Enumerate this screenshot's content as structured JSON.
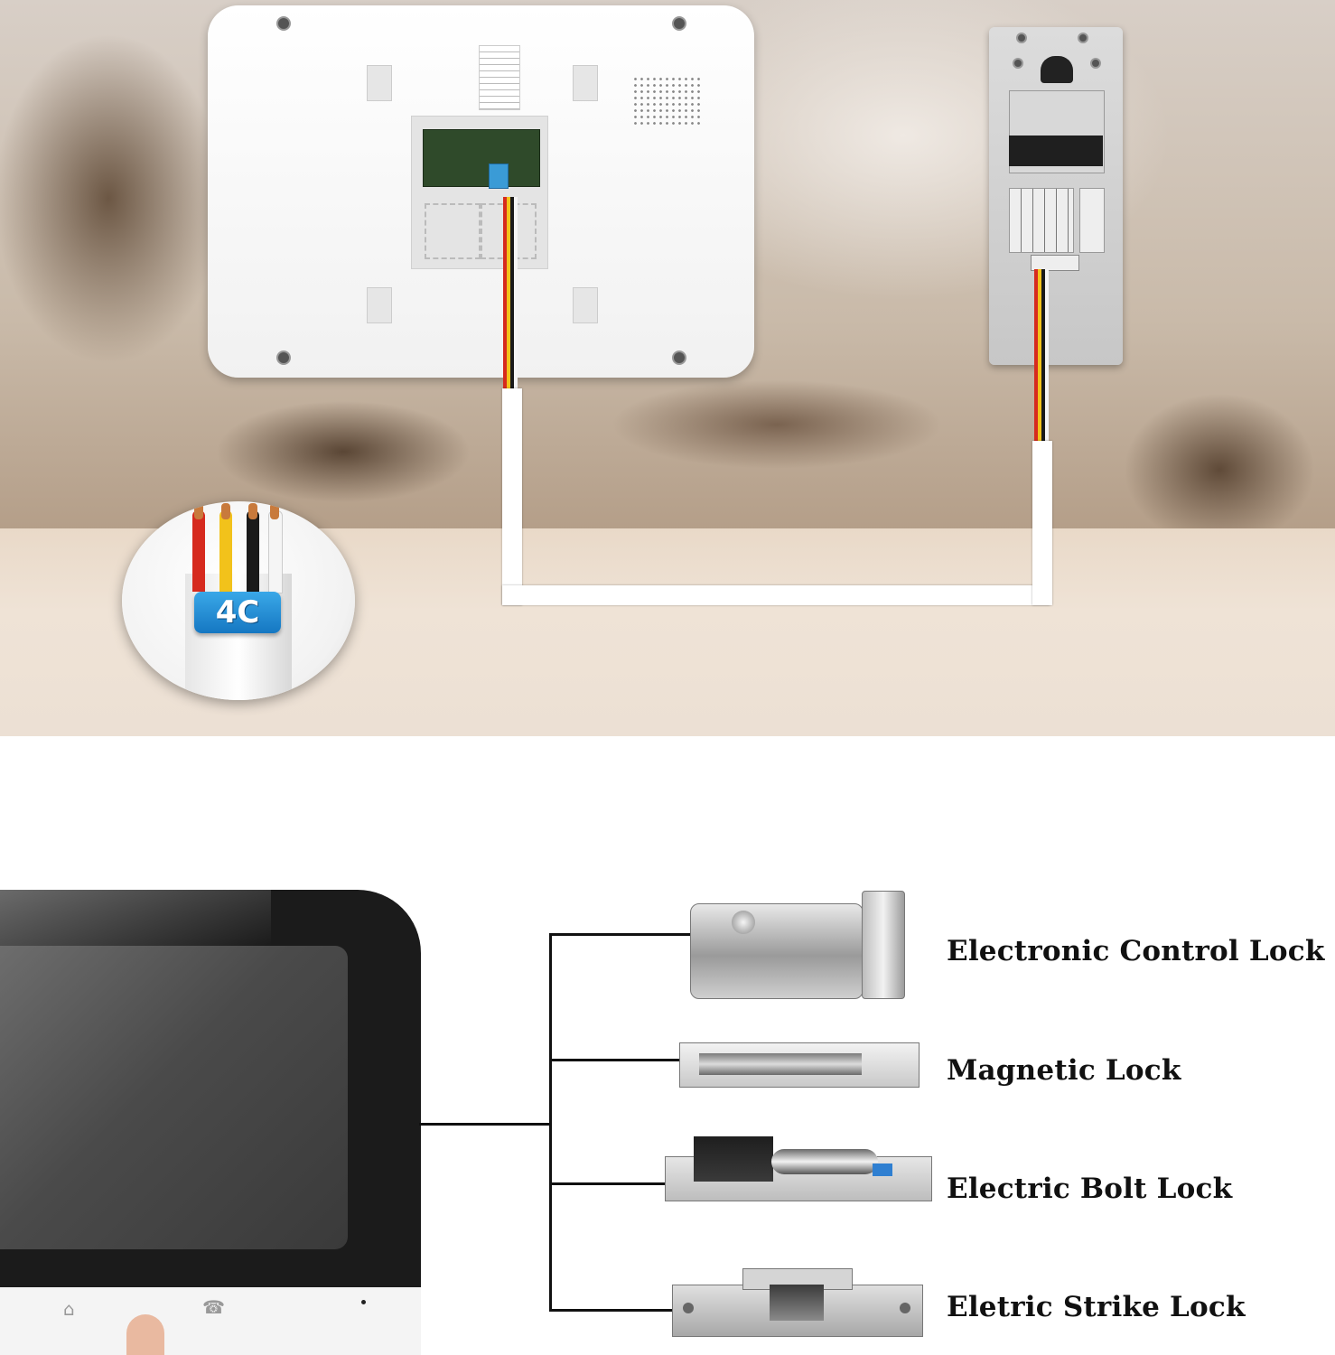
{
  "cable_badge": {
    "label": "4C"
  },
  "locks": [
    {
      "label": "Electronic Control Lock",
      "icon": "electronic-control-lock-icon"
    },
    {
      "label": "Magnetic Lock",
      "icon": "magnetic-lock-icon"
    },
    {
      "label": "Electric Bolt Lock",
      "icon": "electric-bolt-lock-icon"
    },
    {
      "label": "Eletric Strike Lock",
      "icon": "electric-strike-lock-icon"
    }
  ],
  "colors": {
    "wire_red": "#d62a1e",
    "wire_yellow": "#f2c21b",
    "wire_black": "#1a1a1a",
    "wire_white": "#f5f5f5",
    "badge_blue": "#1a86d0"
  },
  "monitor_buttons": [
    "home-icon",
    "unlock-icon",
    "handset-icon"
  ]
}
